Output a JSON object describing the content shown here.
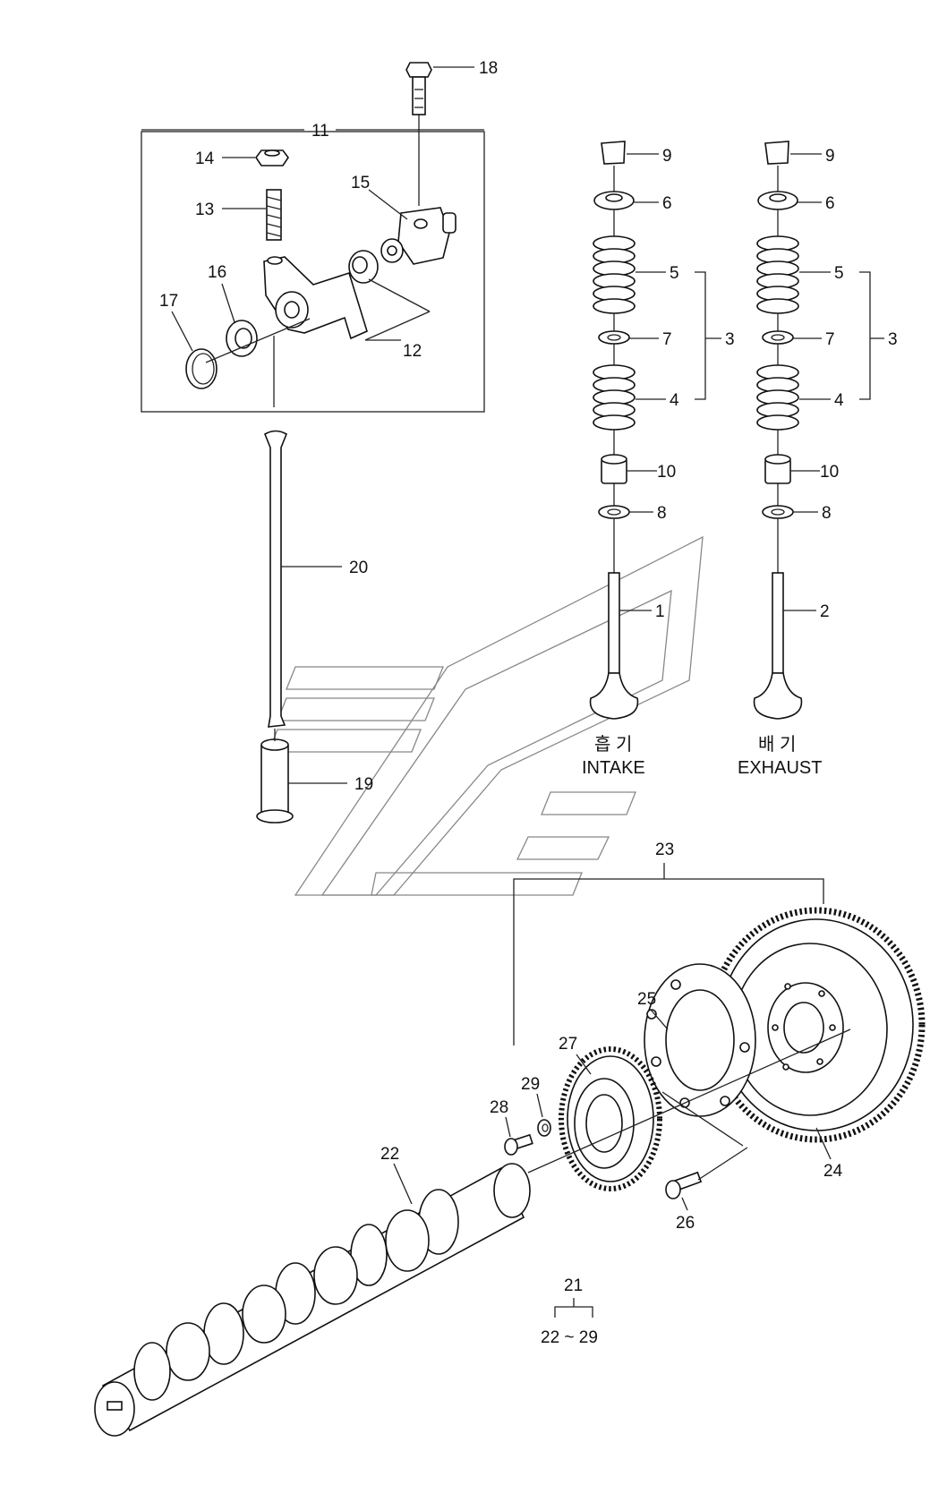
{
  "labels": {
    "p1": "1",
    "p2": "2",
    "p3a": "3",
    "p3b": "3",
    "p4a": "4",
    "p4b": "4",
    "p5a": "5",
    "p5b": "5",
    "p6a": "6",
    "p6b": "6",
    "p7a": "7",
    "p7b": "7",
    "p8a": "8",
    "p8b": "8",
    "p9a": "9",
    "p9b": "9",
    "p10a": "10",
    "p10b": "10",
    "p11": "11",
    "p12": "12",
    "p13": "13",
    "p14": "14",
    "p15": "15",
    "p16": "16",
    "p17": "17",
    "p18": "18",
    "p19": "19",
    "p20": "20",
    "p21": "21",
    "p22": "22",
    "p23": "23",
    "p24": "24",
    "p25": "25",
    "p26": "26",
    "p27": "27",
    "p28": "28",
    "p29": "29",
    "range": "22 ~ 29"
  },
  "captions": {
    "intake_kr": "흡 기",
    "intake_en": "INTAKE",
    "exhaust_kr": "배 기",
    "exhaust_en": "EXHAUST"
  }
}
